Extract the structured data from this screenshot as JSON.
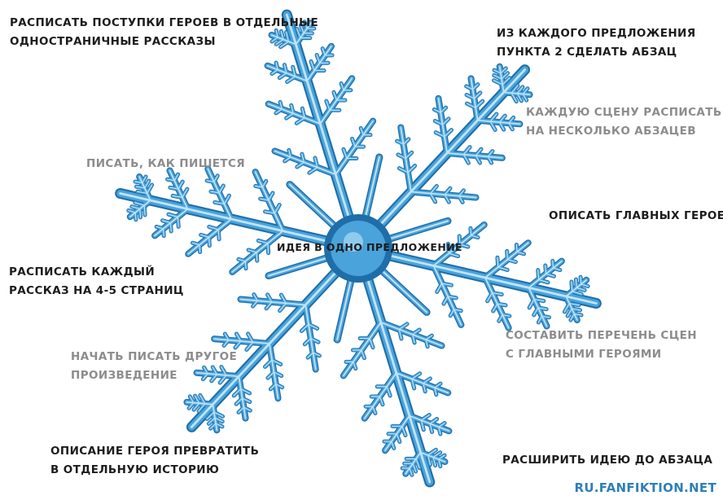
{
  "colors": {
    "snowflake_body": "#4aa3db",
    "snowflake_edge": "#1f6ea8",
    "snowflake_highlight": "#bfe4f8",
    "text_dark": "#1c1c1c",
    "text_grey": "#8c8c8c",
    "watermark": "#2e7fb8"
  },
  "diagram": {
    "center": "ИДЕЯ В ОДНО ПРЕДЛОЖЕНИЕ",
    "labels": {
      "top_left": "РАСПИСАТЬ ПОСТУПКИ ГЕРОЕВ В ОТДЕЛЬНЫЕ\nОДНОСТРАНИЧНЫЕ РАССКАЗЫ",
      "top_right": "ИЗ КАЖДОГО ПРЕДЛОЖЕНИЯ\nПУНКТА 2 СДЕЛАТЬ АБЗАЦ",
      "upper_right": "КАЖДУЮ СЦЕНУ РАСПИСАТЬ\nНА НЕСКОЛЬКО АБЗАЦЕВ",
      "upper_left": "ПИСАТЬ, КАК ПИШЕТСЯ",
      "right": "ОПИСАТЬ ГЛАВНЫХ ГЕРОЕВ",
      "left": "РАСПИСАТЬ КАЖДЫЙ\nРАССКАЗ НА 4-5 СТРАНИЦ",
      "lower_right": "СОСТАВИТЬ ПЕРЕЧЕНЬ СЦЕН\nС ГЛАВНЫМИ ГЕРОЯМИ",
      "lower_left": "НАЧАТЬ ПИСАТЬ ДРУГОЕ\nПРОИЗВЕДЕНИЕ",
      "bottom_left": "ОПИСАНИЕ ГЕРОЯ ПРЕВРАТИТЬ\nВ ОТДЕЛЬНУЮ ИСТОРИЮ",
      "bottom_right": "РАСШИРИТЬ ИДЕЮ ДО АБЗАЦА"
    }
  },
  "watermark": "RU.FANFIKTION.NET"
}
